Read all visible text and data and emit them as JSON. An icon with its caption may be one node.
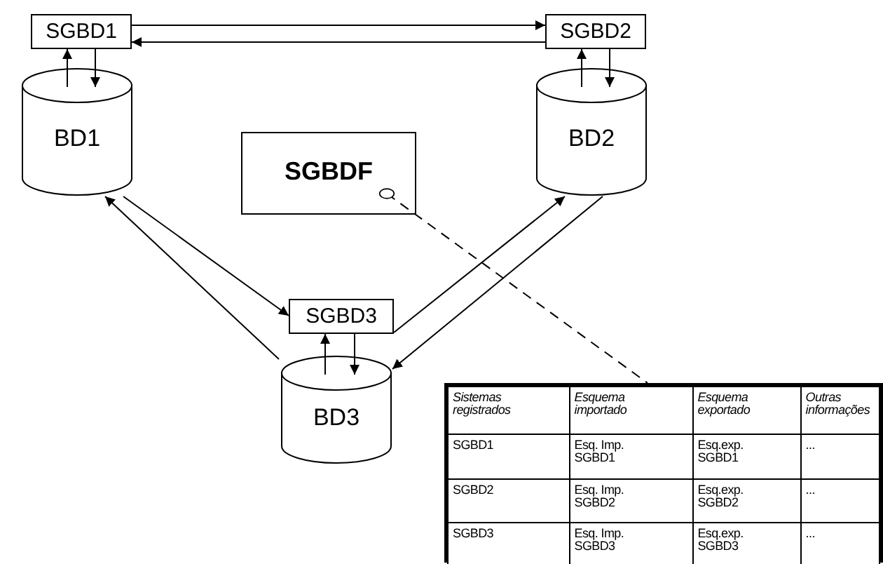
{
  "diagram": {
    "nodes": [
      {
        "text": [
          "SGBD1"
        ]
      },
      {
        "text": [
          "BD1"
        ]
      },
      {
        "text": [
          "SGBD2"
        ]
      },
      {
        "text": [
          "BD2"
        ]
      },
      {
        "text": [
          "SGBDF"
        ]
      },
      {
        "text": [
          "SGBD3"
        ]
      },
      {
        "text": [
          "BD3"
        ]
      },
      {
        "text": [],
        "shape": "table"
      }
    ],
    "edges": [
      {
        "from": 0,
        "to": 2,
        "arrow": "to"
      },
      {
        "from": 2,
        "to": 0,
        "arrow": "to"
      },
      {
        "from": 1,
        "to": 0,
        "arrow": "to"
      },
      {
        "from": 0,
        "to": 1,
        "arrow": "to"
      },
      {
        "from": 3,
        "to": 2,
        "arrow": "to"
      },
      {
        "from": 2,
        "to": 3,
        "arrow": "to"
      },
      {
        "from": 6,
        "to": 5,
        "arrow": "to"
      },
      {
        "from": 5,
        "to": 6,
        "arrow": "to"
      },
      {
        "from": 1,
        "to": 5,
        "arrow": "to"
      },
      {
        "from": 6,
        "to": 1,
        "arrow": "to"
      },
      {
        "from": 5,
        "to": 3,
        "arrow": "to"
      },
      {
        "from": 3,
        "to": 6,
        "arrow": "to"
      },
      {
        "from": 4,
        "to": 7,
        "arrow": "other",
        "style": "dashed"
      }
    ],
    "labels": [
      "Sistemas registrados",
      "Esquema importado",
      "Esquema exportado",
      "Outras informações",
      "SGBD1",
      "Esq. Imp. SGBD1",
      "Esq.exp. SGBD1",
      "...",
      "SGBD2",
      "Esq. Imp. SGBD2",
      "Esq.exp. SGBD2",
      "...",
      "SGBD3",
      "Esq. Imp. SGBD3",
      "Esq.exp. SGBD3",
      "..."
    ]
  }
}
